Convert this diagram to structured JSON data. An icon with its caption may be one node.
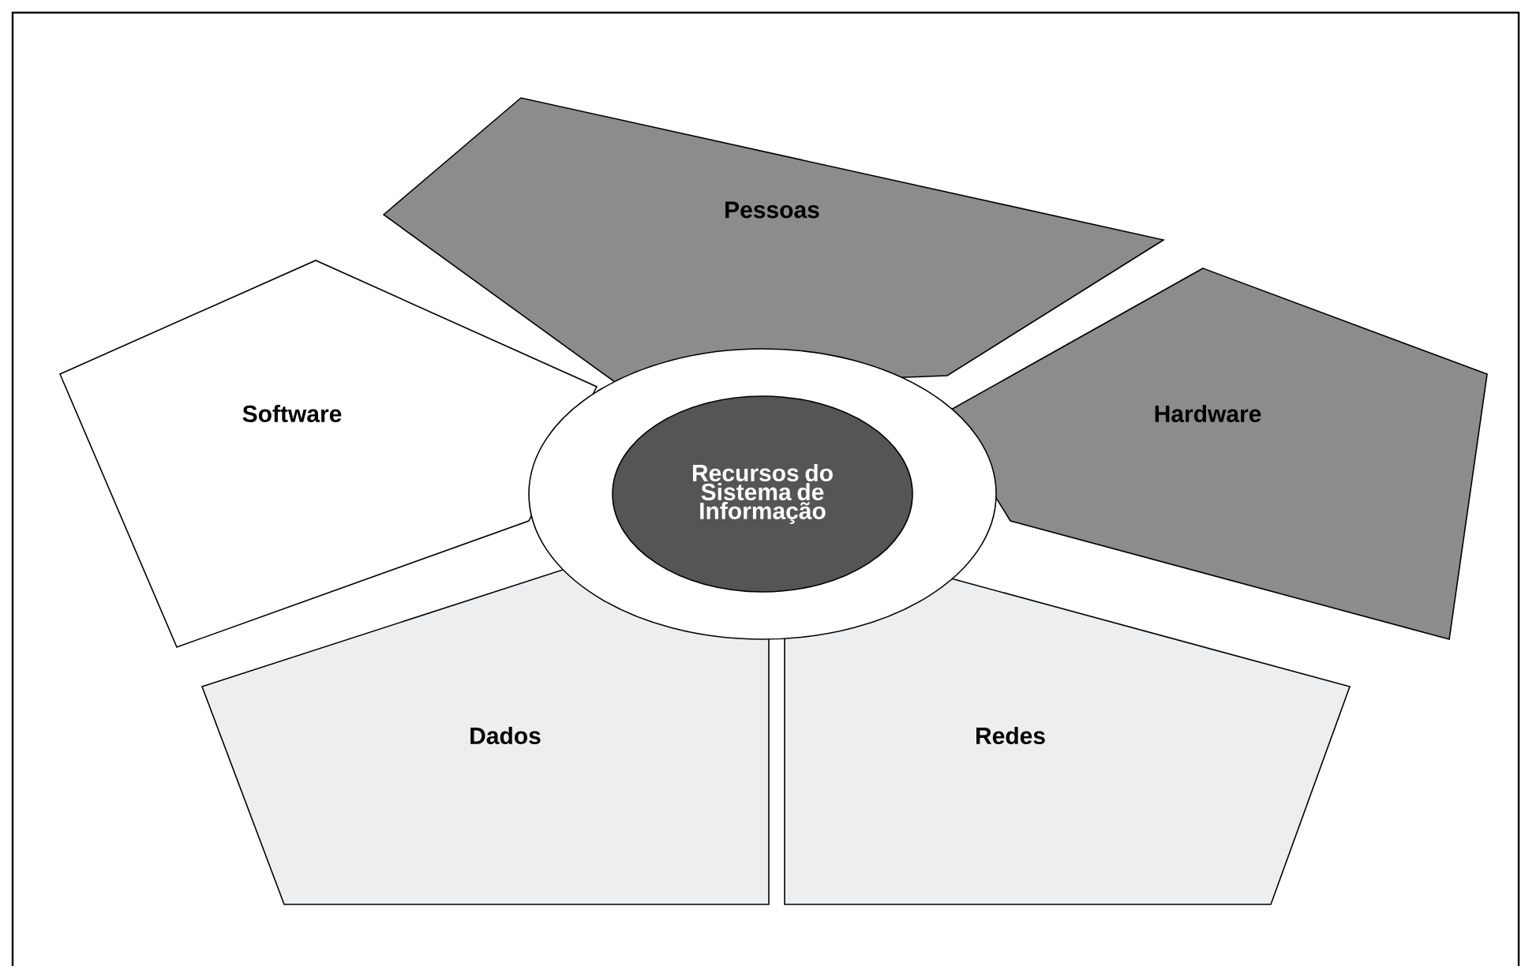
{
  "diagram": {
    "nodes": [
      {
        "text": [
          "Pessoas"
        ]
      },
      {
        "text": [
          "Software"
        ]
      },
      {
        "text": [
          "Hardware"
        ]
      },
      {
        "text": [
          "Recursos do Sistema de Informação"
        ]
      },
      {
        "text": [
          "Dados"
        ]
      },
      {
        "text": [
          "Redes"
        ]
      }
    ]
  }
}
